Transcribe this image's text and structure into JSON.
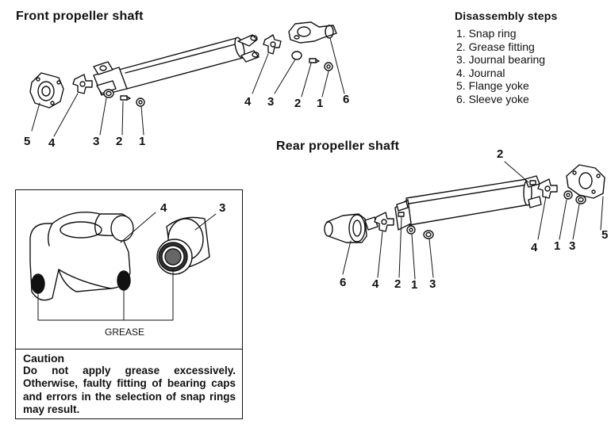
{
  "front_title": "Front propeller shaft",
  "rear_title": "Rear propeller shaft",
  "steps_title": "Disassembly steps",
  "steps": [
    "1. Snap ring",
    "2. Grease fitting",
    "3. Journal bearing",
    "4. Journal",
    "5. Flange yoke",
    "6. Sleeve yoke"
  ],
  "front_callouts": {
    "a5": "5",
    "a4": "4",
    "a3": "3",
    "a2": "2",
    "a1": "1",
    "b4": "4",
    "b3": "3",
    "b2": "2",
    "b1": "1",
    "b6": "6"
  },
  "rear_callouts": {
    "c2": "2",
    "c4": "4",
    "c1": "1",
    "c3": "3",
    "c5": "5",
    "d6": "6",
    "d4": "4",
    "d2": "2",
    "d1": "1",
    "d3": "3"
  },
  "detail_callouts": {
    "n4": "4",
    "n3": "3"
  },
  "grease_label": "GREASE",
  "caution_title": "Caution",
  "caution_text": "Do not apply grease excessively. Otherwise, faulty fitting of bearing caps and errors in the selection of snap rings may result."
}
